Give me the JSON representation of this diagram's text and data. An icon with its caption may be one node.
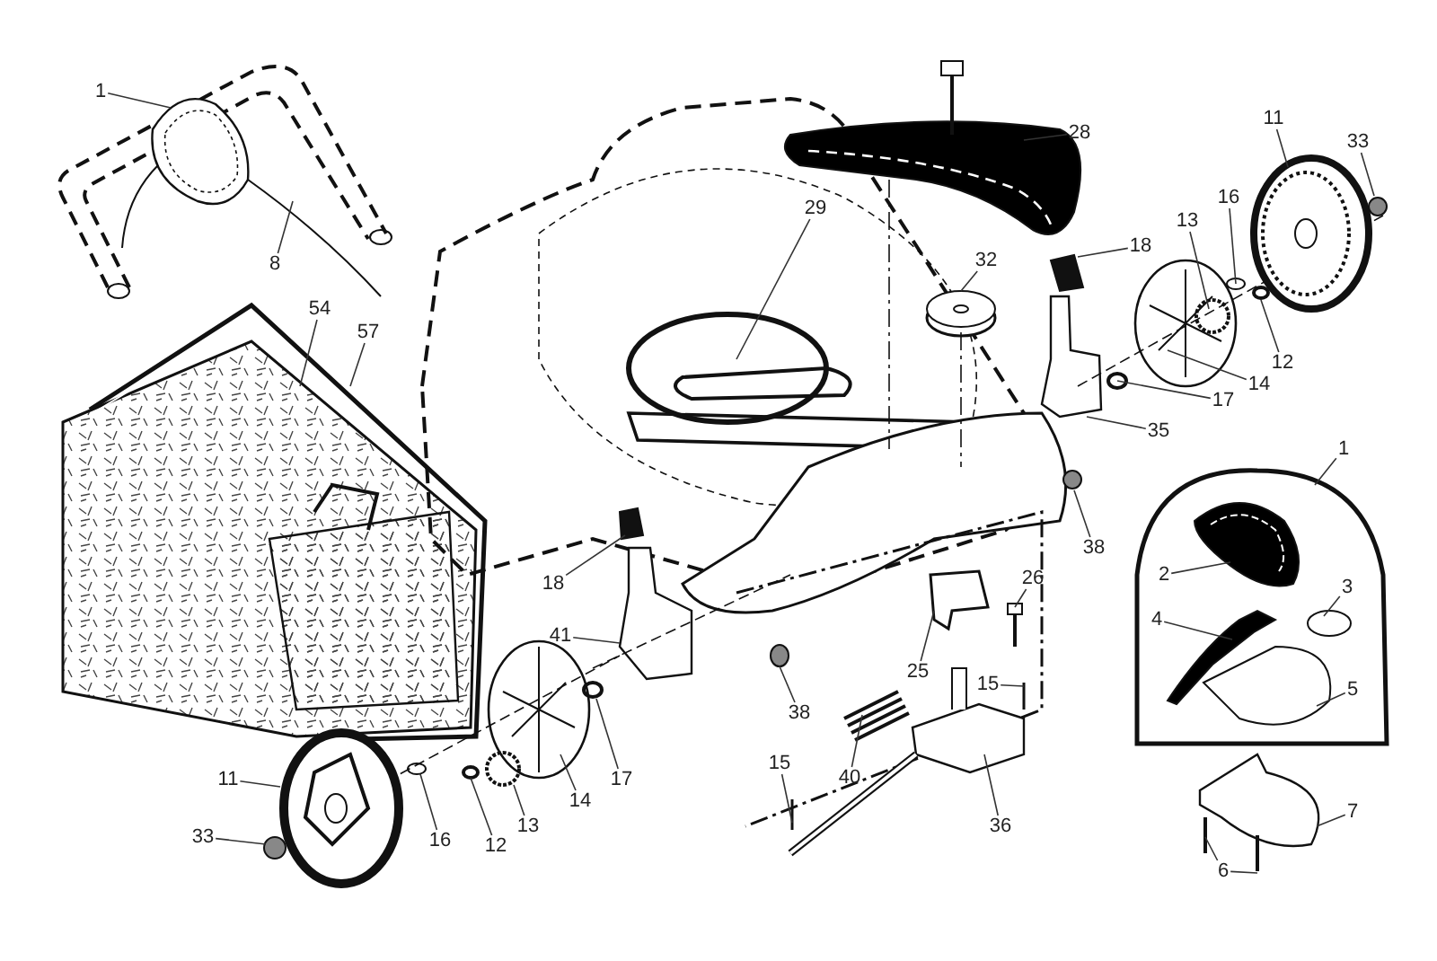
{
  "diagram": {
    "nodes": [
      {
        "text": [
          "1"
        ]
      },
      {
        "text": [
          "8"
        ]
      },
      {
        "text": [
          "54"
        ]
      },
      {
        "text": [
          "57"
        ]
      },
      {
        "text": [
          "29"
        ]
      },
      {
        "text": [
          "28"
        ]
      },
      {
        "text": [
          "32"
        ]
      },
      {
        "text": [
          "18"
        ]
      },
      {
        "text": [
          "11"
        ]
      },
      {
        "text": [
          "33"
        ]
      },
      {
        "text": [
          "16"
        ]
      },
      {
        "text": [
          "13"
        ]
      },
      {
        "text": [
          "12"
        ]
      },
      {
        "text": [
          "14"
        ]
      },
      {
        "text": [
          "17"
        ]
      },
      {
        "text": [
          "35"
        ]
      },
      {
        "text": [
          "1"
        ]
      },
      {
        "text": [
          "38"
        ]
      },
      {
        "text": [
          "18"
        ]
      },
      {
        "text": [
          "41"
        ]
      },
      {
        "text": [
          "2"
        ]
      },
      {
        "text": [
          "3"
        ]
      },
      {
        "text": [
          "4"
        ]
      },
      {
        "text": [
          "5"
        ]
      },
      {
        "text": [
          "26"
        ]
      },
      {
        "text": [
          "25"
        ]
      },
      {
        "text": [
          "15"
        ]
      },
      {
        "text": [
          "38"
        ]
      },
      {
        "text": [
          "17"
        ]
      },
      {
        "text": [
          "14"
        ]
      },
      {
        "text": [
          "13"
        ]
      },
      {
        "text": [
          "12"
        ]
      },
      {
        "text": [
          "16"
        ]
      },
      {
        "text": [
          "11"
        ]
      },
      {
        "text": [
          "33"
        ]
      },
      {
        "text": [
          "40"
        ]
      },
      {
        "text": [
          "15"
        ]
      },
      {
        "text": [
          "36"
        ]
      },
      {
        "text": [
          "7"
        ]
      },
      {
        "text": [
          "6"
        ]
      }
    ],
    "edges": [
      {
        "from": 0,
        "to": null,
        "arrow": "none"
      },
      {
        "from": 1,
        "to": null,
        "arrow": "none"
      },
      {
        "from": 2,
        "to": null,
        "arrow": "none"
      },
      {
        "from": 3,
        "to": null,
        "arrow": "none"
      },
      {
        "from": 4,
        "to": null,
        "arrow": "none"
      },
      {
        "from": 5,
        "to": null,
        "arrow": "none"
      },
      {
        "from": 6,
        "to": null,
        "arrow": "none"
      },
      {
        "from": 7,
        "to": null,
        "arrow": "none"
      },
      {
        "from": 8,
        "to": null,
        "arrow": "none"
      },
      {
        "from": 9,
        "to": null,
        "arrow": "none"
      },
      {
        "from": 10,
        "to": null,
        "arrow": "none"
      },
      {
        "from": 11,
        "to": null,
        "arrow": "none"
      },
      {
        "from": 12,
        "to": null,
        "arrow": "none"
      },
      {
        "from": 13,
        "to": null,
        "arrow": "none"
      },
      {
        "from": 14,
        "to": null,
        "arrow": "none"
      },
      {
        "from": 15,
        "to": null,
        "arrow": "none"
      },
      {
        "from": 16,
        "to": null,
        "arrow": "none"
      },
      {
        "from": 17,
        "to": null,
        "arrow": "none"
      },
      {
        "from": 18,
        "to": null,
        "arrow": "none"
      },
      {
        "from": 19,
        "to": null,
        "arrow": "none"
      },
      {
        "from": 20,
        "to": null,
        "arrow": "none"
      },
      {
        "from": 21,
        "to": null,
        "arrow": "none"
      },
      {
        "from": 22,
        "to": null,
        "arrow": "none"
      },
      {
        "from": 23,
        "to": null,
        "arrow": "none"
      },
      {
        "from": 24,
        "to": null,
        "arrow": "none"
      },
      {
        "from": 25,
        "to": null,
        "arrow": "none"
      },
      {
        "from": 26,
        "to": null,
        "arrow": "none"
      },
      {
        "from": 27,
        "to": null,
        "arrow": "none"
      },
      {
        "from": 28,
        "to": null,
        "arrow": "none"
      },
      {
        "from": 29,
        "to": null,
        "arrow": "none"
      },
      {
        "from": 30,
        "to": null,
        "arrow": "none"
      },
      {
        "from": 31,
        "to": null,
        "arrow": "none"
      },
      {
        "from": 32,
        "to": null,
        "arrow": "none"
      },
      {
        "from": 33,
        "to": null,
        "arrow": "none"
      },
      {
        "from": 34,
        "to": null,
        "arrow": "none"
      },
      {
        "from": 35,
        "to": null,
        "arrow": "none"
      },
      {
        "from": 36,
        "to": null,
        "arrow": "none"
      },
      {
        "from": 37,
        "to": null,
        "arrow": "none"
      },
      {
        "from": 38,
        "to": null,
        "arrow": "none"
      },
      {
        "from": 39,
        "to": null,
        "arrow": "none"
      },
      {
        "from": 39,
        "to": null,
        "arrow": "none"
      }
    ]
  }
}
